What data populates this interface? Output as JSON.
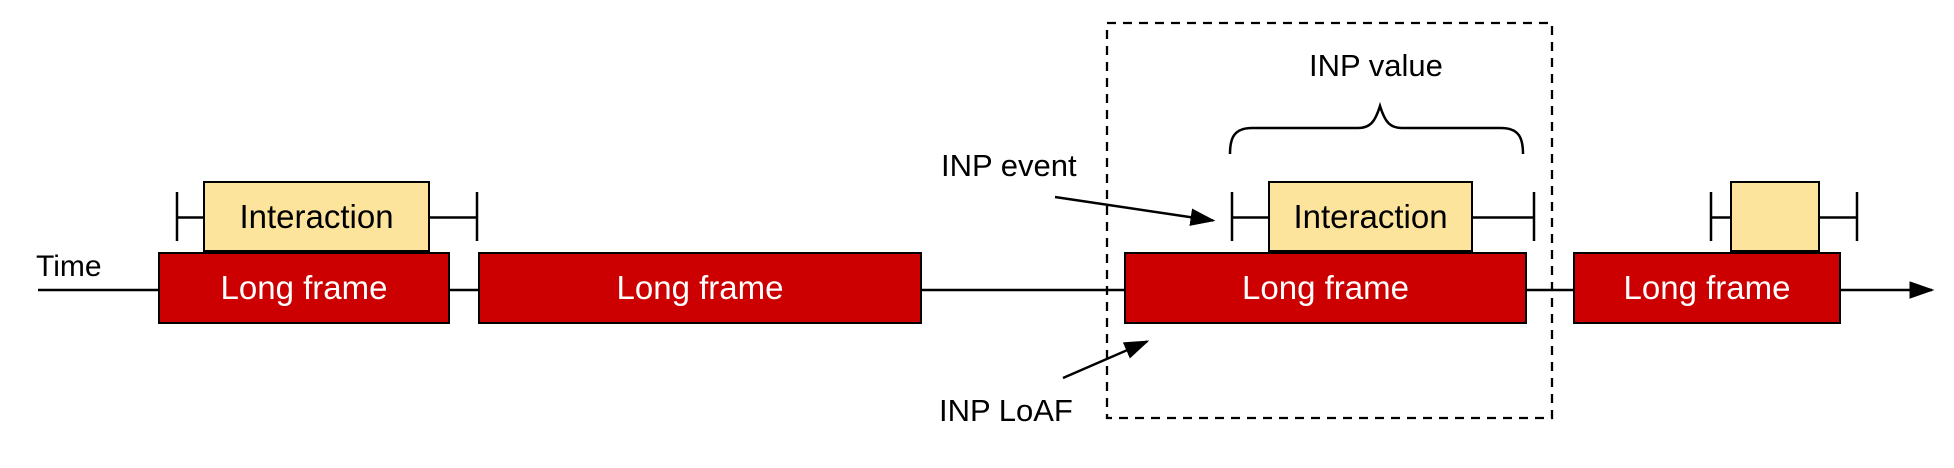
{
  "diagram": {
    "time_axis_label": "Time",
    "annotations": {
      "inp_value": "INP value",
      "inp_event": "INP event",
      "inp_loaf": "INP LoAF"
    },
    "long_frames": [
      {
        "label": "Long frame"
      },
      {
        "label": "Long frame"
      },
      {
        "label": "Long frame"
      },
      {
        "label": "Long frame"
      }
    ],
    "interactions": [
      {
        "label": "Interaction"
      },
      {
        "label": "Interaction"
      },
      {
        "label": ""
      }
    ],
    "colors": {
      "long_frame_fill": "#cc0000",
      "long_frame_text": "#ffffff",
      "interaction_fill": "#fce49c",
      "outline": "#000000"
    }
  }
}
